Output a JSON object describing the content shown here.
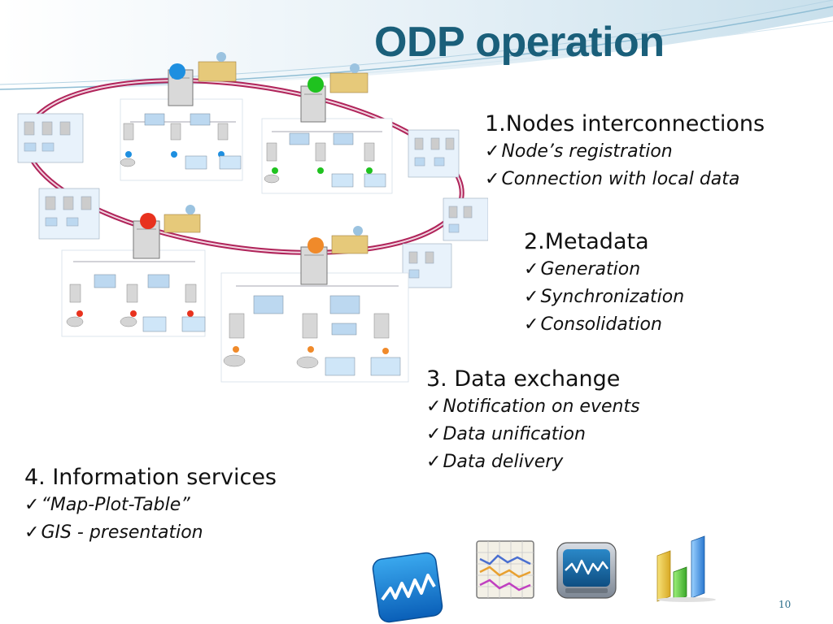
{
  "slide": {
    "title": "ODP operation",
    "page_number": "10"
  },
  "sections": [
    {
      "heading": "1.Nodes interconnections",
      "items": [
        "Node’s registration",
        "Connection with local data"
      ]
    },
    {
      "heading": "2.Metadata",
      "items": [
        "Generation",
        "Synchronization",
        "Consolidation"
      ]
    },
    {
      "heading": "3. Data exchange",
      "items": [
        "Notification on events",
        "Data unification",
        "Data delivery"
      ]
    },
    {
      "heading": "4. Information services",
      "items": [
        "“Map-Plot-Table”",
        "GIS - presentation"
      ]
    }
  ],
  "check_mark": "✓",
  "icons": [
    "wave-chart-icon",
    "line-plot-icon",
    "monitor-wave-icon",
    "bar-chart-icon"
  ],
  "colors": {
    "title": "#1a5f7a",
    "ring": "#b0245a",
    "node_blue": "#1e8fe0",
    "node_green": "#1fc21f",
    "node_red": "#e8321e",
    "node_orange": "#f08a2a"
  }
}
